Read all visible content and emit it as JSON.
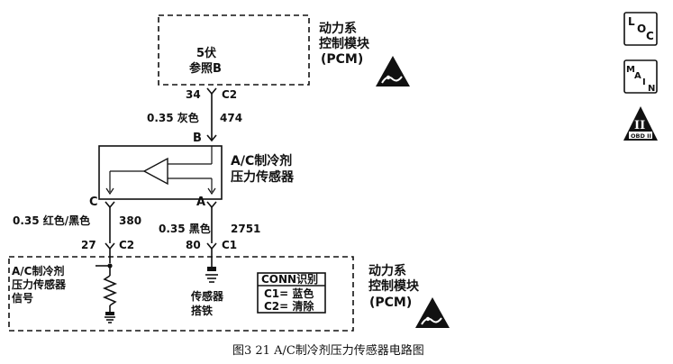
{
  "pcm_top": {
    "title_line1": "动力系",
    "title_line2": "控制模块",
    "title_line3": "(PCM)",
    "ref_line1": "5伏",
    "ref_line2": "参照B"
  },
  "pcm_bottom": {
    "title_line1": "动力系",
    "title_line2": "控制模块",
    "title_line3": "(PCM)",
    "signal_line1": "A/C制冷剂",
    "signal_line2": "压力传感器",
    "signal_line3": "信号",
    "ground_line1": "传感器",
    "ground_line2": "搭铁"
  },
  "sensor": {
    "label_line1": "A/C制冷剂",
    "label_line2": "压力传感器",
    "pin_b": "B",
    "pin_c": "C",
    "pin_a": "A"
  },
  "wires": {
    "top_pin": "34",
    "top_conn": "C2",
    "top_wire": "0.35 灰色",
    "top_circuit": "474",
    "left_wire": "0.35 红色/黑色",
    "left_circuit": "380",
    "left_pin": "27",
    "left_conn": "C2",
    "right_wire": "0.35 黑色",
    "right_circuit": "2751",
    "right_pin": "80",
    "right_conn": "C1"
  },
  "conn_table": {
    "header": "CONN识别",
    "row1": "C1= 蓝色",
    "row2": "C2= 清除"
  },
  "side_icons": {
    "loc": [
      "L",
      "O",
      "C"
    ],
    "main": [
      "M",
      "A",
      "I",
      "N"
    ],
    "obd_roman": "II",
    "obd_text": "OBD II"
  },
  "caption": "图3 21  A/C制冷剂压力传感器电路图"
}
